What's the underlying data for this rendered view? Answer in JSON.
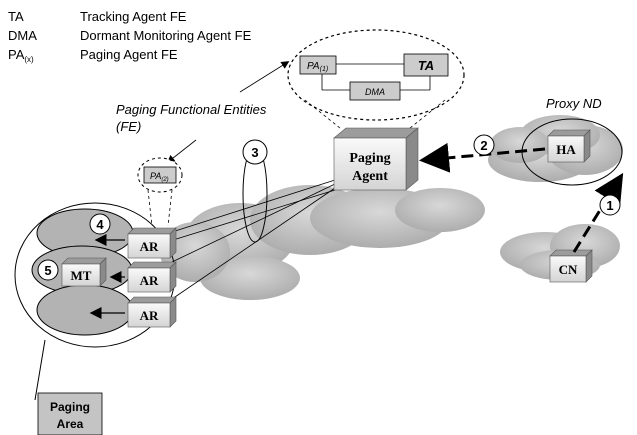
{
  "legend": [
    {
      "abbr": "TA",
      "desc": "Tracking Agent FE"
    },
    {
      "abbr": "DMA",
      "desc": "Dormant Monitoring Agent FE"
    },
    {
      "abbr": "PA",
      "abbr_sub": "(x)",
      "desc": "Paging Agent FE"
    }
  ],
  "fe_label": {
    "line1": "Paging Functional Entities",
    "line2": "(FE)"
  },
  "paging_agent_detail": {
    "pa": "PA",
    "pa_sub": "(1)",
    "ta": "TA",
    "dma": "DMA"
  },
  "pa2": {
    "text": "PA",
    "sub": "(2)"
  },
  "paging_agent": {
    "line1": "Paging",
    "line2": "Agent"
  },
  "proxy_nd": "Proxy ND",
  "nodes": {
    "ha": "HA",
    "cn": "CN",
    "mt": "MT",
    "ar": "AR"
  },
  "steps": [
    "1",
    "2",
    "3",
    "4",
    "5"
  ],
  "paging_area": {
    "line1": "Paging",
    "line2": "Area"
  }
}
